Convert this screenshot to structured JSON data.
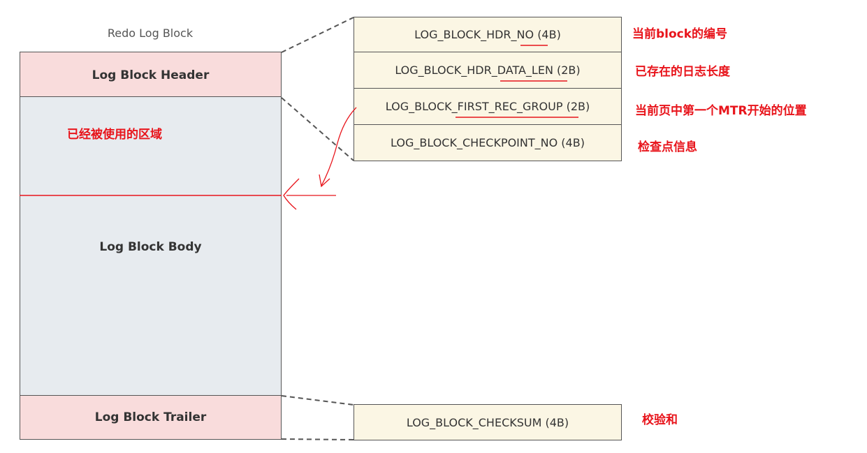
{
  "diagram": {
    "caption": "Redo Log Block",
    "header_label": "Log Block Header",
    "body_label": "Log Block Body",
    "trailer_label": "Log Block Trailer",
    "used_area_note": "已经被使用的区域"
  },
  "header_fields": [
    {
      "name": "LOG_BLOCK_HDR_NO (4B)",
      "note": "当前block的编号"
    },
    {
      "name": "LOG_BLOCK_HDR_DATA_LEN (2B)",
      "note": "已存在的日志长度"
    },
    {
      "name": "LOG_BLOCK_FIRST_REC_GROUP (2B)",
      "note": "当前页中第一个MTR开始的位置"
    },
    {
      "name": "LOG_BLOCK_CHECKPOINT_NO (4B)",
      "note": "检查点信息"
    }
  ],
  "trailer_fields": [
    {
      "name": "LOG_BLOCK_CHECKSUM (4B)",
      "note": "校验和"
    }
  ],
  "colors": {
    "header_fill": "#f9dcdc",
    "body_fill": "#e7ebef",
    "field_fill": "#fbf6e4",
    "annotation": "#e8141b",
    "border": "#555555"
  }
}
